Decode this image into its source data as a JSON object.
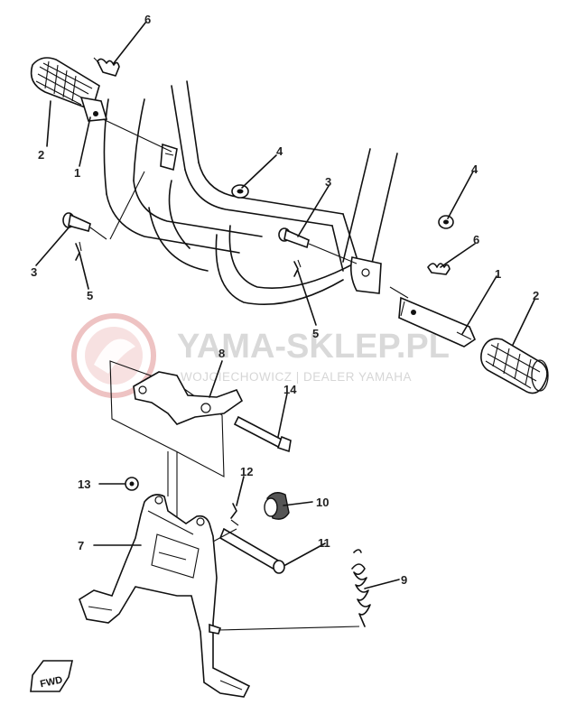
{
  "watermark": {
    "title": "YAMA-SKLEP.PL",
    "subtitle": "WOJCIECHOWICZ | DEALER YAMAHA",
    "logo_color": "#e8a0a0",
    "text_color": "#d9d9d9"
  },
  "part_labels": {
    "p6_top": "6",
    "p2_left": "2",
    "p1_left": "1",
    "p4_left": "4",
    "p3_left": "3",
    "p5_left": "5",
    "p3_mid": "3",
    "p4_right": "4",
    "p6_right": "6",
    "p1_right": "1",
    "p2_right": "2",
    "p5_mid": "5",
    "p8": "8",
    "p14": "14",
    "p13": "13",
    "p12": "12",
    "p10": "10",
    "p7": "7",
    "p11": "11",
    "p9": "9"
  },
  "fwd_label": "FWD"
}
